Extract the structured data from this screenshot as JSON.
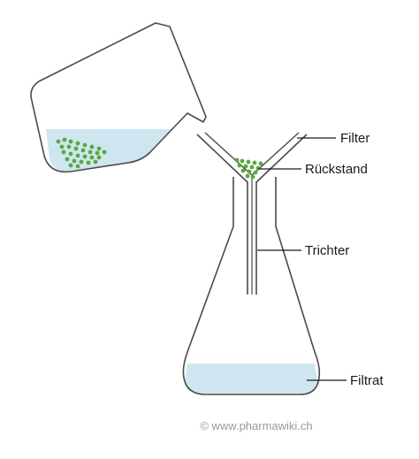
{
  "labels": {
    "filter": "Filter",
    "residue": "Rückstand",
    "funnel": "Trichter",
    "filtrate": "Filtrat"
  },
  "copyright": "© www.pharmawiki.ch",
  "colors": {
    "outline": "#4a4a4a",
    "liquid": "#cfe6f0",
    "particle": "#5aa83f",
    "label_text": "#1a1a1a",
    "copyright_text": "#9a9a9a"
  }
}
